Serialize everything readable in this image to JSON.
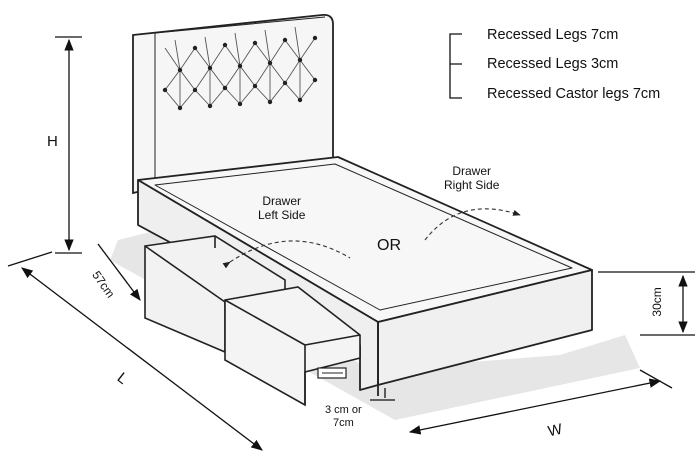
{
  "options": [
    {
      "label": "Recessed Legs 7cm"
    },
    {
      "label": "Recessed Legs 3cm"
    },
    {
      "label": "Recessed Castor legs 7cm"
    }
  ],
  "drawer_left": {
    "line1": "Drawer",
    "line2": "Left Side"
  },
  "drawer_right": {
    "line1": "Drawer",
    "line2": "Right Side"
  },
  "or_label": "OR",
  "dimensions": {
    "height": "H",
    "length": "L",
    "width": "W",
    "drawer_depth": "57cm",
    "base_height": "30cm",
    "leg_line1": "3 cm or",
    "leg_line2": "7cm"
  }
}
